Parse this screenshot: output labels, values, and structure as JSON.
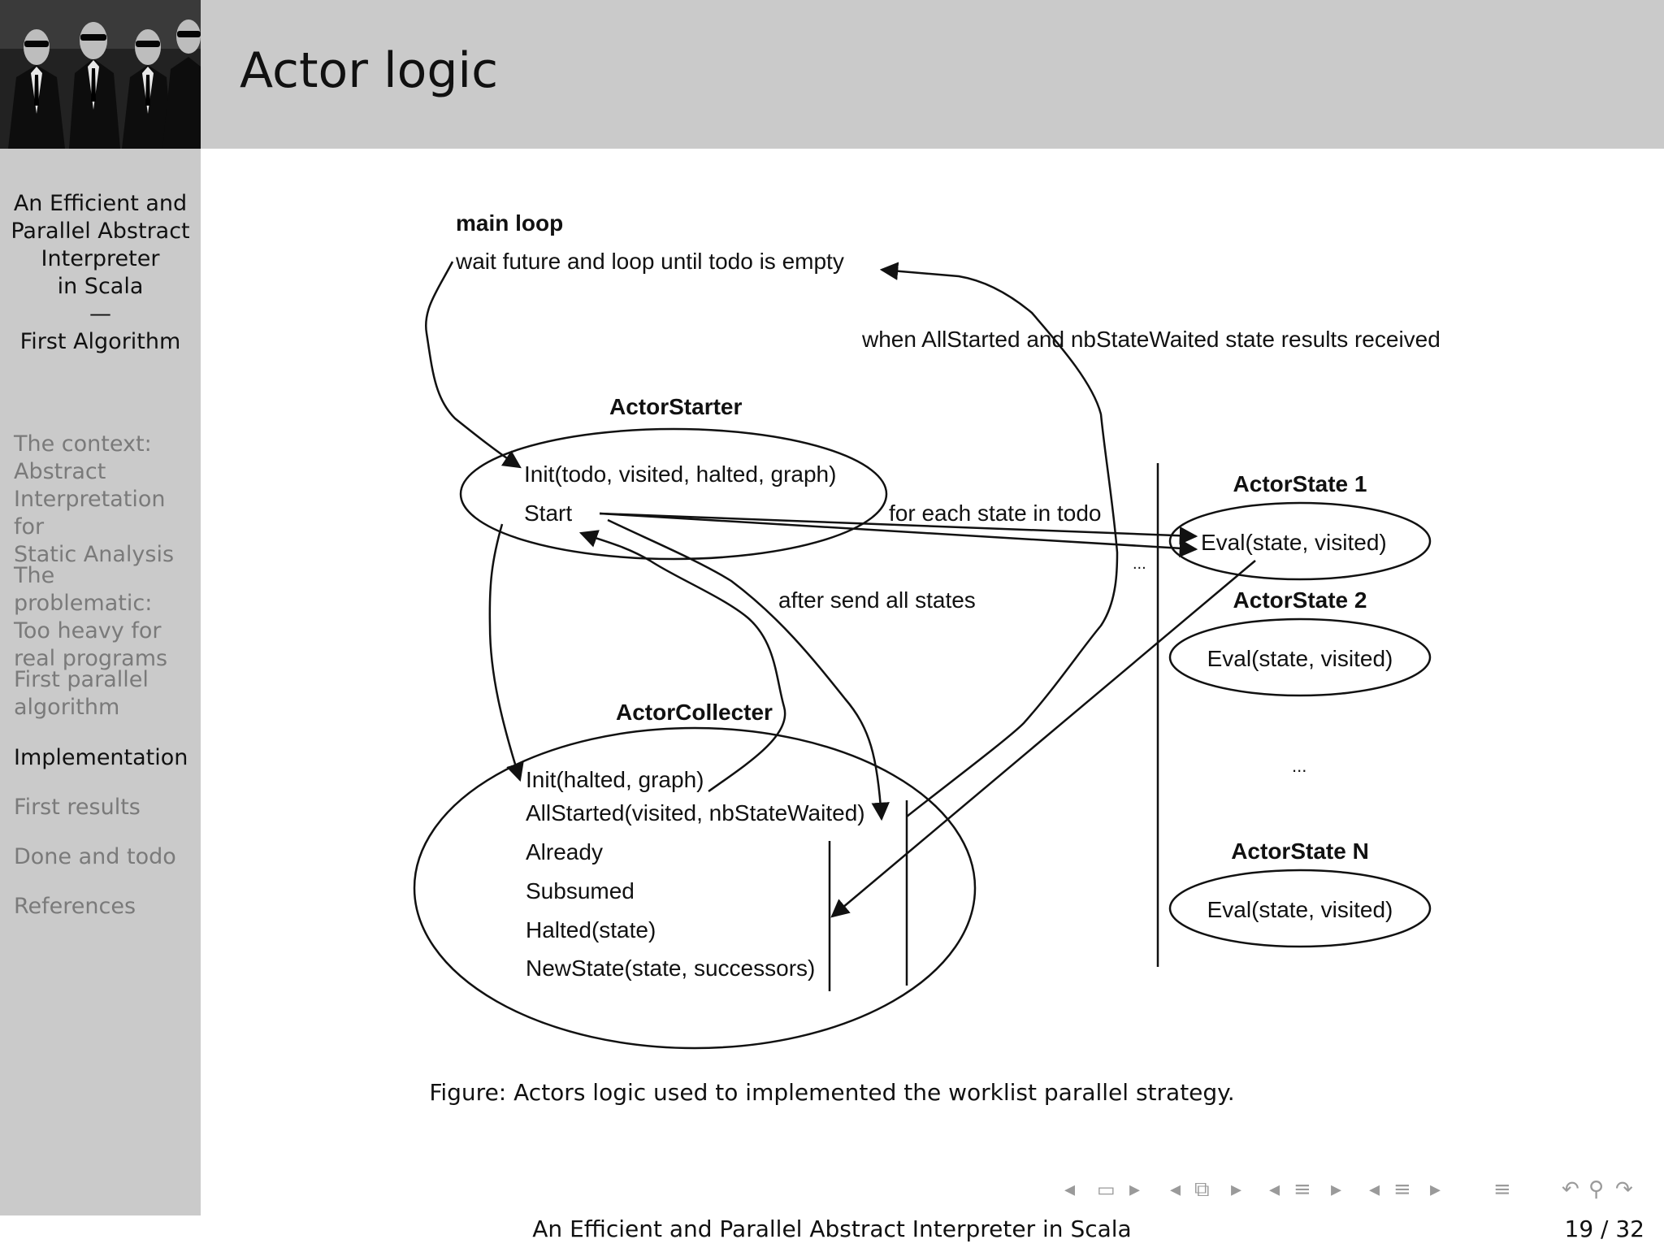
{
  "header": {
    "title": "Actor logic"
  },
  "sidebar": {
    "talk_title_lines": [
      "An Efficient and",
      "Parallel Abstract",
      "Interpreter",
      "in Scala",
      "—",
      "First Algorithm"
    ],
    "sections": [
      {
        "label_lines": [
          "The context:",
          "Abstract",
          "Interpretation for",
          "Static Analysis"
        ],
        "active": false
      },
      {
        "label_lines": [
          "The problematic:",
          "Too heavy for",
          "real programs"
        ],
        "active": false
      },
      {
        "label_lines": [
          "First parallel",
          "algorithm"
        ],
        "active": false
      },
      {
        "label_lines": [
          "Implementation"
        ],
        "active": true
      },
      {
        "label_lines": [
          "First results"
        ],
        "active": false
      },
      {
        "label_lines": [
          "Done and todo"
        ],
        "active": false
      },
      {
        "label_lines": [
          "References"
        ],
        "active": false
      }
    ]
  },
  "diagram": {
    "main_loop": {
      "title": "main loop",
      "text": "wait future and loop until todo is empty"
    },
    "starter": {
      "title": "ActorStarter",
      "messages": [
        "Init(todo, visited, halted, graph)",
        "Start"
      ]
    },
    "collecter": {
      "title": "ActorCollecter",
      "messages": [
        "Init(halted, graph)",
        "AllStarted(visited, nbStateWaited)",
        "Already",
        "Subsumed",
        "Halted(state)",
        "NewState(state, successors)"
      ]
    },
    "states": [
      {
        "title": "ActorState 1",
        "message": "Eval(state, visited)"
      },
      {
        "title": "ActorState 2",
        "message": "Eval(state, visited)"
      },
      {
        "title": "ActorState N",
        "message": "Eval(state, visited)"
      }
    ],
    "edge_labels": {
      "when_all_started": "when AllStarted and nbStateWaited state results received",
      "for_each_state": "for each state in todo",
      "after_send": "after send all states"
    },
    "ellipsis": "..."
  },
  "caption": "Figure:  Actors logic used to implemented the worklist parallel strategy.",
  "footer": {
    "title": "An Efficient and Parallel Abstract Interpreter in Scala",
    "page": "19 / 32"
  },
  "nav": {
    "color": "#9a9a9a"
  }
}
